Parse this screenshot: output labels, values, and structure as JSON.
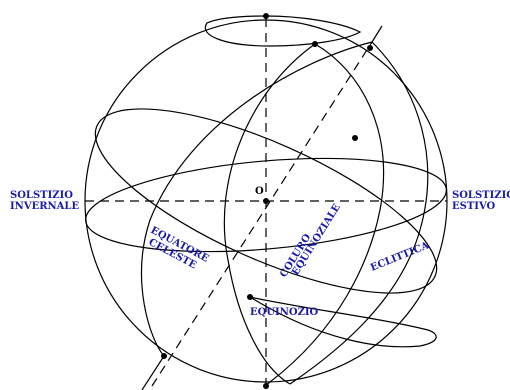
{
  "labels": {
    "solstice_winter_l1": "SOLSTIZIO",
    "solstice_winter_l2": "INVERNALE",
    "solstice_summer_l1": "SOLSTIZIO",
    "solstice_summer_l2": "ESTIVO",
    "center": "O",
    "equator_l1": "EQUATORE",
    "equator_l2": "CELESTE",
    "colure_l1": "COLURO",
    "colure_l2": "EQUINOZIALE",
    "ecliptic": "ECLITTICA",
    "equinox": "EQUINOZIO"
  },
  "colors": {
    "label_text": "#1a1aa8",
    "line": "#000000",
    "background": "#ffffff"
  }
}
